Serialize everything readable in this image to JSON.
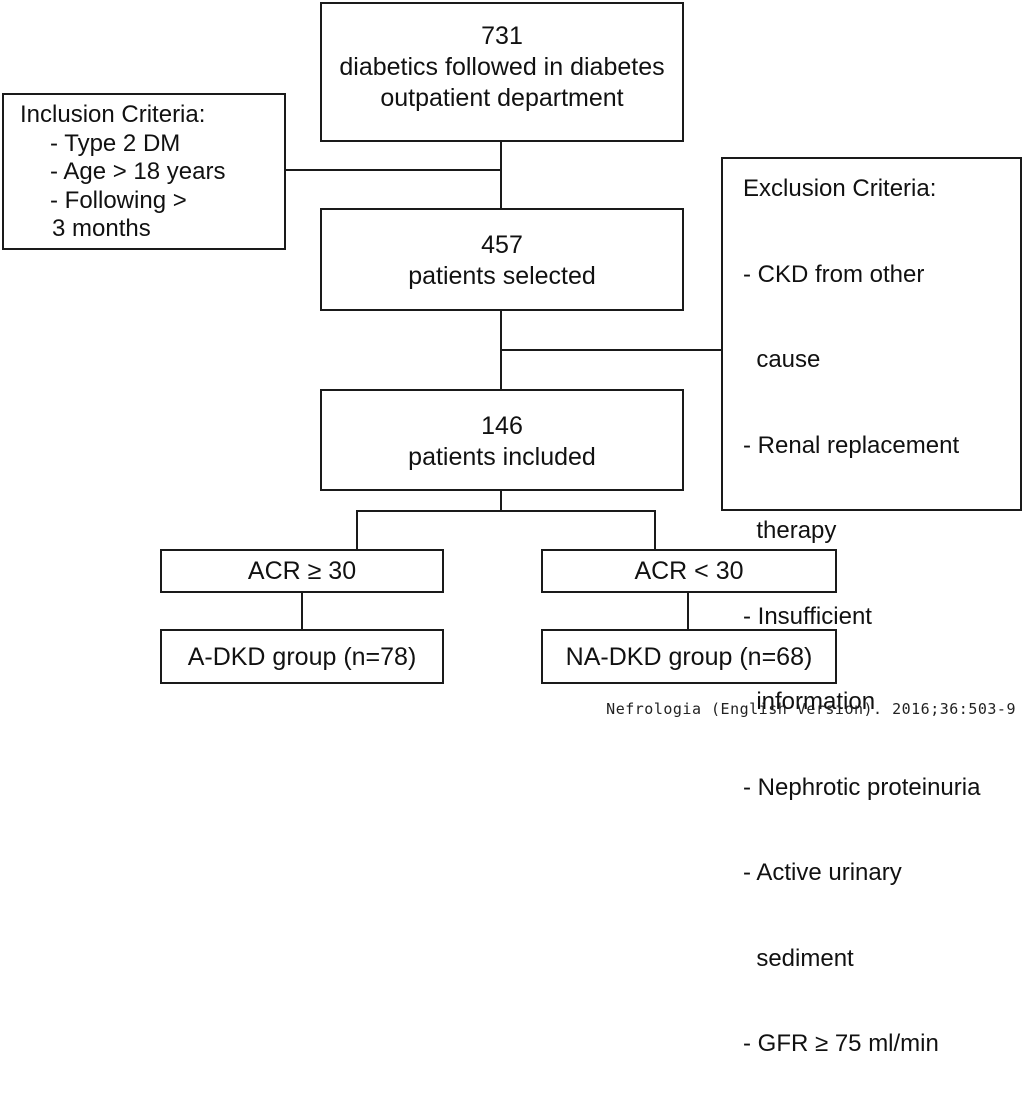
{
  "boxes": {
    "total": {
      "count": "731",
      "line1": "diabetics followed in diabetes",
      "line2": "outpatient department"
    },
    "selected": {
      "count": "457",
      "label": "patients selected"
    },
    "included": {
      "count": "146",
      "label": "patients included"
    },
    "acr_high": {
      "label": "ACR ≥ 30"
    },
    "acr_low": {
      "label": "ACR < 30"
    },
    "group_a": {
      "label": "A-DKD group (n=78)"
    },
    "group_na": {
      "label": "NA-DKD group (n=68)"
    }
  },
  "inclusion": {
    "title": "Inclusion Criteria:",
    "items": [
      "- Type 2 DM",
      "- Age > 18 years",
      "- Following >"
    ],
    "continuation": "3 months"
  },
  "exclusion": {
    "title": "Exclusion Criteria:",
    "items": [
      "- CKD from other",
      "  cause",
      "- Renal replacement",
      "  therapy",
      "- Insufficient",
      "  information",
      "- Nephrotic proteinuria",
      "- Active urinary",
      "  sediment",
      "- GFR ≥ 75 ml/min"
    ]
  },
  "credit": "Nefrologia (English Version). 2016;36:503-9"
}
